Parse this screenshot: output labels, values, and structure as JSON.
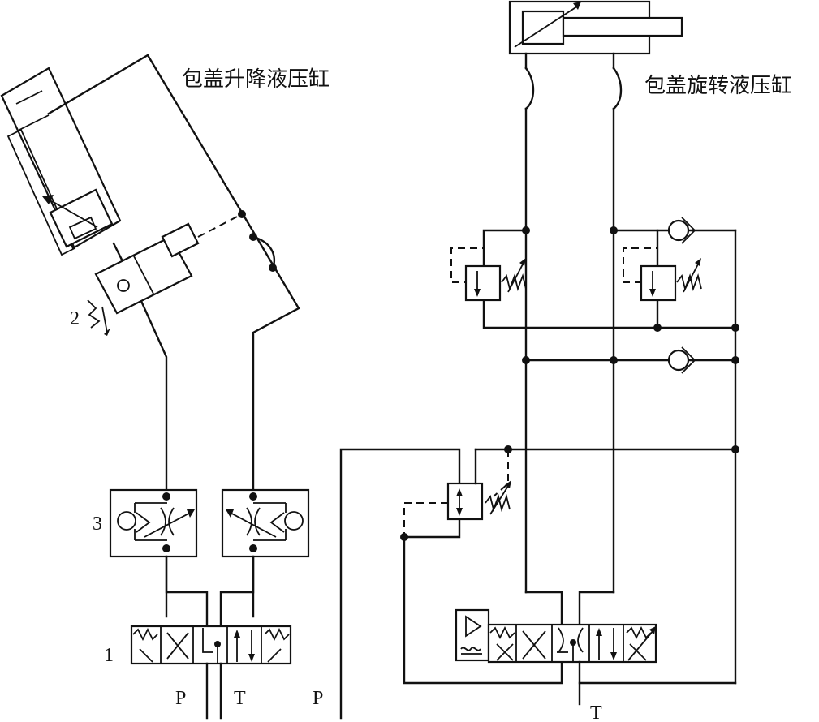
{
  "labels": {
    "lift_cylinder": "包盖升降液压缸",
    "rotate_cylinder": "包盖旋转液压缸",
    "item_1": "1",
    "item_2": "2",
    "item_3": "3",
    "port_p_left": "P",
    "port_t_left": "T",
    "port_p_right": "P",
    "port_t_right": "T"
  }
}
